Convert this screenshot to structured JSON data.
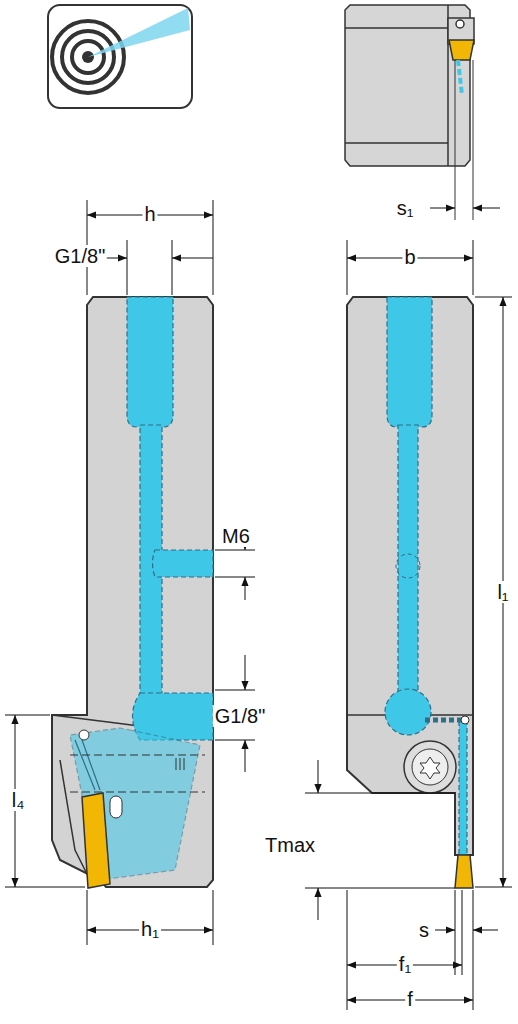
{
  "diagram": {
    "labels": [
      "h",
      "G1/8\"",
      "s₁",
      "b",
      "M6",
      "G1/8\"",
      "l₁",
      "l₄",
      "Tmax",
      "s",
      "h₁",
      "f₁",
      "f"
    ]
  }
}
